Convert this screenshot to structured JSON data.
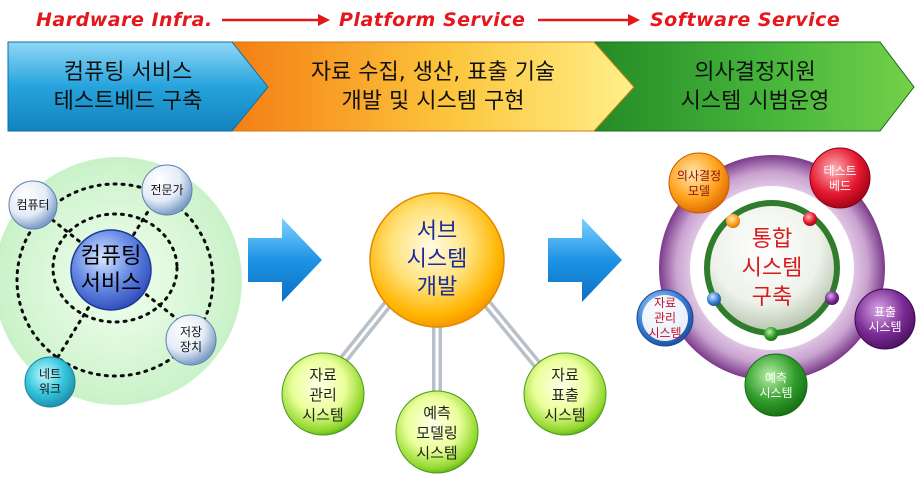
{
  "stages": {
    "hardware": "Hardware Infra.",
    "platform": "Platform Service",
    "software": "Software Service"
  },
  "banners": {
    "b1": [
      "컴퓨팅 서비스",
      "테스트베드 구축"
    ],
    "b2": [
      "자료 수집, 생산, 표출 기술",
      "개발 및 시스템 구현"
    ],
    "b3": [
      "의사결정지원",
      "시스템 시범운영"
    ]
  },
  "left_cluster": {
    "center": [
      "컴퓨팅",
      "서비스"
    ],
    "nodes": {
      "computer": "컴퓨터",
      "expert": "전문가",
      "storage": [
        "저장",
        "장치"
      ],
      "network": [
        "네트",
        "워크"
      ]
    }
  },
  "middle_cluster": {
    "center": [
      "서브",
      "시스템",
      "개발"
    ],
    "nodes": {
      "data_mgmt": [
        "자료",
        "관리",
        "시스템"
      ],
      "prediction": [
        "예측",
        "모델링",
        "시스템"
      ],
      "data_display": [
        "자료",
        "표출",
        "시스템"
      ]
    }
  },
  "right_cluster": {
    "center": [
      "통합",
      "시스템",
      "구축"
    ],
    "nodes": {
      "decision": [
        "의사결정",
        "모델"
      ],
      "testbed": [
        "테스트",
        "베드"
      ],
      "data_mgmt": [
        "자료",
        "관리",
        "시스템"
      ],
      "display": [
        "표출",
        "시스템"
      ],
      "prediction": [
        "예측",
        "시스템"
      ]
    }
  },
  "colors": {
    "stage_red": "#e3171c",
    "banner_blue": "#27a6dc",
    "banner_orange": "#f59a1f",
    "banner_green": "#2e9c2e",
    "arrow_blue": "#1d8fe0",
    "center_red": "#d81c1c",
    "center_navy": "#1b2b9a"
  }
}
